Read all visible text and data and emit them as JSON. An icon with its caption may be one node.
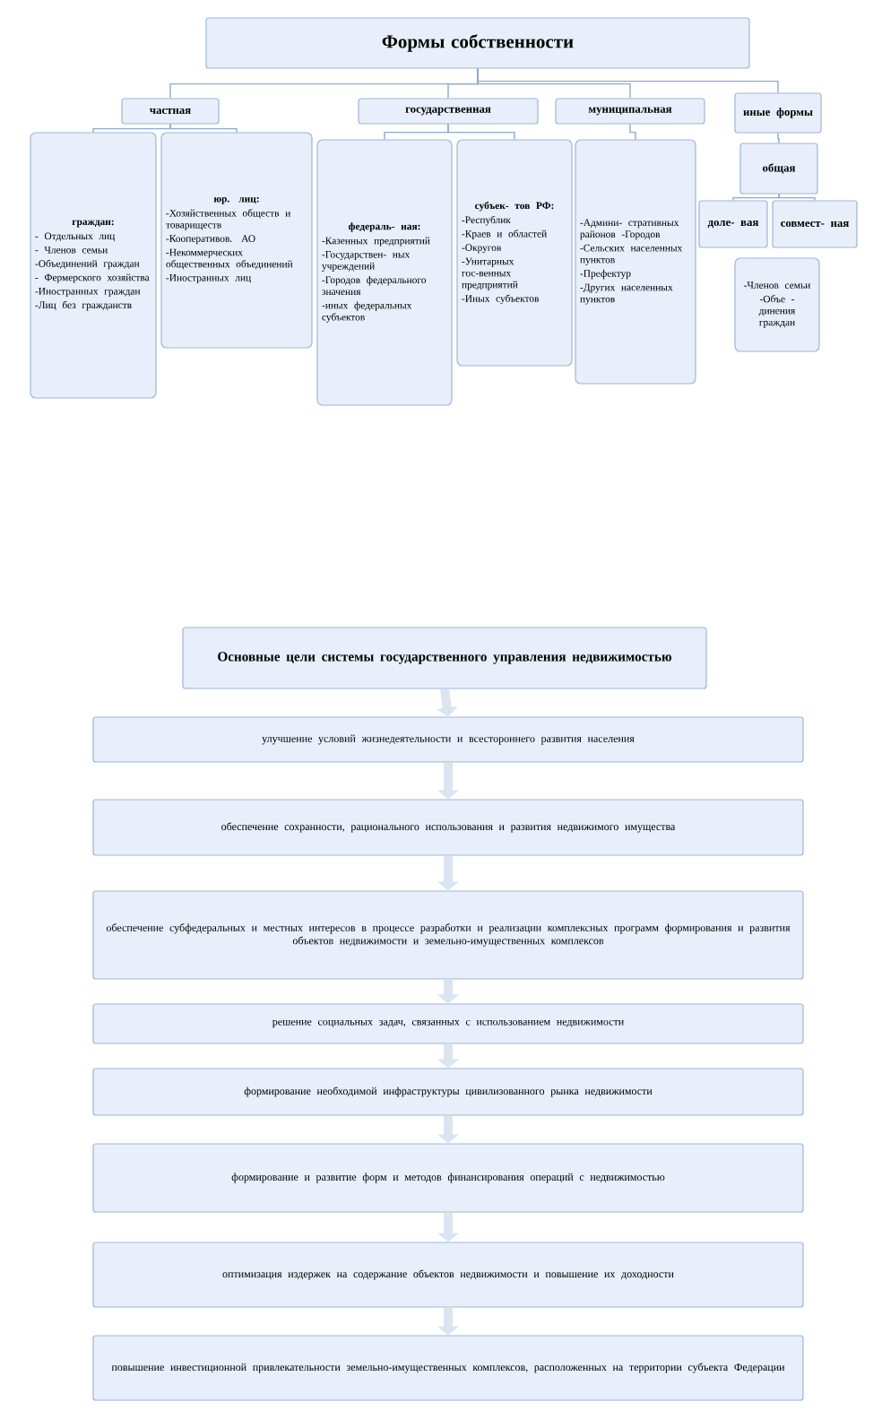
{
  "diagram": {
    "nodes": [
      {
        "text": [
          "Формы собственности"
        ]
      },
      {
        "text": [
          "частная"
        ]
      },
      {
        "text": [
          "государственная"
        ]
      },
      {
        "text": [
          "муниципальная"
        ]
      },
      {
        "text": [
          "иные формы"
        ]
      },
      {
        "text": [
          "граждан:",
          "- Отдельных лиц",
          "- Членов семьи",
          "-Объединений граждан",
          "- Фермерского хозяйства",
          "-Иностранных граждан",
          "-Лиц без гражданств"
        ]
      },
      {
        "text": [
          "юр. лиц:",
          "-Хозяйственных обществ и товариществ",
          "-Кооперативов. АО",
          "-Некоммерческих общественных объединений",
          "-Иностранных лиц"
        ]
      },
      {
        "text": [
          "федераль- ная:",
          "-Казенных предприятий",
          "-Государствен- ных учреждений",
          "-Городов федерального значения",
          "-иных федеральных субъектов"
        ]
      },
      {
        "text": [
          "субъек- тов РФ:",
          "-Республик",
          "-Краев и областей",
          "-Округов",
          "-Унитарных гос-венных предприятий",
          "-Иных субъектов"
        ]
      },
      {
        "text": [
          "-Админи- стративных районов -Городов",
          "-Сельских населенных пунктов",
          "-Префектур",
          "-Других населенных пунктов"
        ]
      },
      {
        "text": [
          "общая"
        ]
      },
      {
        "text": [
          "доле- вая"
        ]
      },
      {
        "text": [
          "совмест- ная"
        ]
      },
      {
        "text": [
          "-Членов семьи",
          "-Объе - динения граждан"
        ]
      },
      {
        "text": [
          "Основные цели системы государственного управления недвижимостью"
        ]
      },
      {
        "text": [
          "улучшение условий жизнедеятельности и всестороннего развития населения"
        ]
      },
      {
        "text": [
          "обеспечение сохранности, рационального использования и развития недвижимого имущества"
        ]
      },
      {
        "text": [
          "обеспечение субфедеральных и местных интересов в процессе разработки и реализации комплексных программ формирования и развития объектов недвижимости и земельно-имущественных комплексов"
        ]
      },
      {
        "text": [
          "решение социальных задач, связанных с использованием недвижимости"
        ]
      },
      {
        "text": [
          "формирование необходимой инфраструктуры цивилизованного рынка недвижимости"
        ]
      },
      {
        "text": [
          "формирование и развитие форм и методов финансирования операций с недвижимостью"
        ]
      },
      {
        "text": [
          "оптимизация издержек на содержание объектов недвижимости и повышение их доходности"
        ]
      },
      {
        "text": [
          "повышение инвестиционной привлекательности земельно-имущественных комплексов, расположенных на территории субъекта Федерации"
        ]
      }
    ],
    "edges": [
      {
        "from": 0,
        "to": 1,
        "arrow": "none"
      },
      {
        "from": 0,
        "to": 2,
        "arrow": "none"
      },
      {
        "from": 0,
        "to": 3,
        "arrow": "none"
      },
      {
        "from": 0,
        "to": 4,
        "arrow": "none"
      },
      {
        "from": 1,
        "to": 5,
        "arrow": "none"
      },
      {
        "from": 1,
        "to": 6,
        "arrow": "none"
      },
      {
        "from": 2,
        "to": 7,
        "arrow": "none"
      },
      {
        "from": 2,
        "to": 8,
        "arrow": "none"
      },
      {
        "from": 3,
        "to": 9,
        "arrow": "none"
      },
      {
        "from": 4,
        "to": 10,
        "arrow": "none"
      },
      {
        "from": 10,
        "to": 11,
        "arrow": "none"
      },
      {
        "from": 10,
        "to": 12,
        "arrow": "none"
      },
      {
        "from": 14,
        "to": 15,
        "arrow": "to",
        "style": "thick",
        "color": "#dbe4f1"
      },
      {
        "from": 15,
        "to": 16,
        "arrow": "to",
        "style": "thick",
        "color": "#dbe4f1"
      },
      {
        "from": 16,
        "to": 17,
        "arrow": "to",
        "style": "thick",
        "color": "#dbe4f1"
      },
      {
        "from": 17,
        "to": 18,
        "arrow": "to",
        "style": "thick",
        "color": "#dbe4f1"
      },
      {
        "from": 18,
        "to": 19,
        "arrow": "to",
        "style": "thick",
        "color": "#dbe4f1"
      },
      {
        "from": 19,
        "to": 20,
        "arrow": "to",
        "style": "thick",
        "color": "#dbe4f1"
      },
      {
        "from": 20,
        "to": 21,
        "arrow": "to",
        "style": "thick",
        "color": "#dbe4f1"
      },
      {
        "from": 21,
        "to": 22,
        "arrow": "to",
        "style": "thick",
        "color": "#dbe4f1"
      }
    ]
  }
}
